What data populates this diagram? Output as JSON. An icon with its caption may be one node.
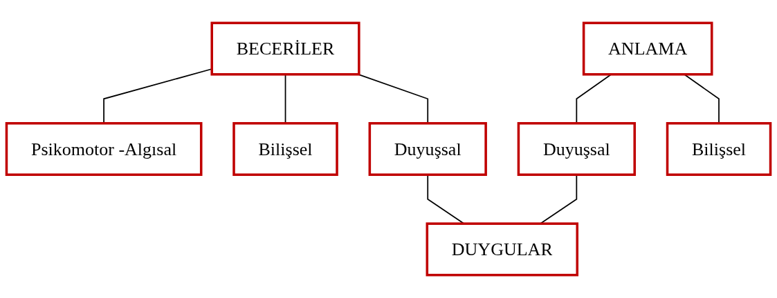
{
  "diagram": {
    "nodes": [
      {
        "text": [
          "BECERİLER"
        ]
      },
      {
        "text": [
          "ANLAMA"
        ]
      },
      {
        "text": [
          "Psikomotor -Algısal"
        ]
      },
      {
        "text": [
          "Bilişsel"
        ]
      },
      {
        "text": [
          "Duyuşsal"
        ]
      },
      {
        "text": [
          "Duyuşsal"
        ]
      },
      {
        "text": [
          "Bilişsel"
        ]
      },
      {
        "text": [
          "DUYGULAR"
        ]
      }
    ],
    "edges": [
      {
        "from": 0,
        "to": 2,
        "arrow": "none"
      },
      {
        "from": 0,
        "to": 3,
        "arrow": "none"
      },
      {
        "from": 0,
        "to": 4,
        "arrow": "none"
      },
      {
        "from": 1,
        "to": 5,
        "arrow": "none"
      },
      {
        "from": 1,
        "to": 6,
        "arrow": "none"
      },
      {
        "from": 4,
        "to": 7,
        "arrow": "none"
      },
      {
        "from": 5,
        "to": 7,
        "arrow": "none"
      }
    ]
  }
}
